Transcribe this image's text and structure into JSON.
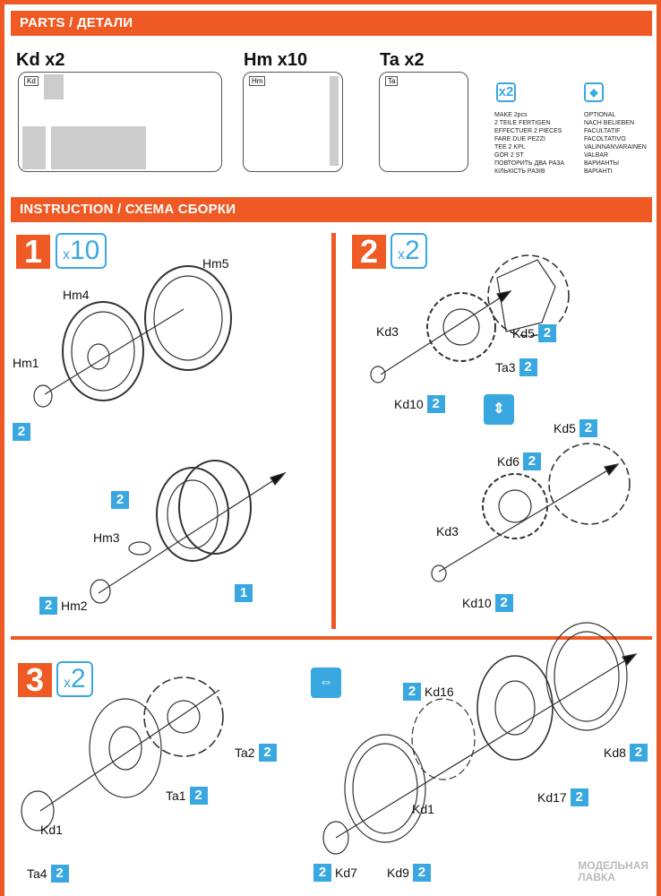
{
  "parts_header": "PARTS / ДЕТАЛИ",
  "instruction_header": "INSTRUCTION / СХЕМА СБОРКИ",
  "sprues": [
    {
      "title": "Kd x2",
      "tag": "Kd"
    },
    {
      "title": "Hm x10",
      "tag": "Hm"
    },
    {
      "title": "Ta x2",
      "tag": "Ta"
    }
  ],
  "legend": {
    "make_icon": "x2",
    "make": [
      "MAKE 2pcs",
      "2 TEILE FERTIGEN",
      "EFFECTUER 2 PIECES",
      "FARE DUE PEZZI",
      "TEE 2 KPL",
      "GÖR 2 ST",
      "ПОВТОРИТЬ ДВА РАЗА",
      "КІЛЬКІСТЬ РАЗІВ"
    ],
    "optional_icon": "optional-arrows-icon",
    "optional": [
      "OPTIONAL",
      "NACH BELIEBEN",
      "FACULTATIF",
      "FACOLTATIVO",
      "VALINNANVARAINEN",
      "VALBAR",
      "ВАРИАНТЫ",
      "ВАРІАНТІ"
    ]
  },
  "steps": [
    {
      "num": "1",
      "mult_x": "x",
      "mult_n": "10",
      "labels": [
        {
          "text": "Hm5"
        },
        {
          "text": "Hm4"
        },
        {
          "text": "Hm1"
        },
        {
          "badge": "2"
        },
        {
          "badge": "2"
        },
        {
          "text": "Hm3"
        },
        {
          "badge": "1"
        },
        {
          "text": "Hm2",
          "badge": "2"
        }
      ]
    },
    {
      "num": "2",
      "mult_x": "x",
      "mult_n": "2",
      "labels": [
        {
          "text": "Kd3"
        },
        {
          "text": "Kd5",
          "badge": "2"
        },
        {
          "text": "Ta3",
          "badge": "2"
        },
        {
          "text": "Kd10",
          "badge": "2"
        },
        {
          "text": "Kd5",
          "badge": "2"
        },
        {
          "text": "Kd6",
          "badge": "2"
        },
        {
          "text": "Kd3"
        },
        {
          "text": "Kd10",
          "badge": "2"
        }
      ]
    },
    {
      "num": "3",
      "mult_x": "x",
      "mult_n": "2",
      "labels": [
        {
          "text": "Ta2",
          "badge": "2"
        },
        {
          "text": "Ta1",
          "badge": "2"
        },
        {
          "text": "Kd1"
        },
        {
          "text": "Ta4",
          "badge": "2"
        },
        {
          "text": "Kd16",
          "badge": "2"
        },
        {
          "text": "Kd8",
          "badge": "2"
        },
        {
          "text": "Kd17",
          "badge": "2"
        },
        {
          "text": "Kd1"
        },
        {
          "text": "Kd7",
          "badge": "2"
        },
        {
          "text": "Kd9",
          "badge": "2"
        }
      ]
    }
  ],
  "watermark": [
    "МОДЕЛЬНАЯ",
    "ЛАВКА"
  ]
}
